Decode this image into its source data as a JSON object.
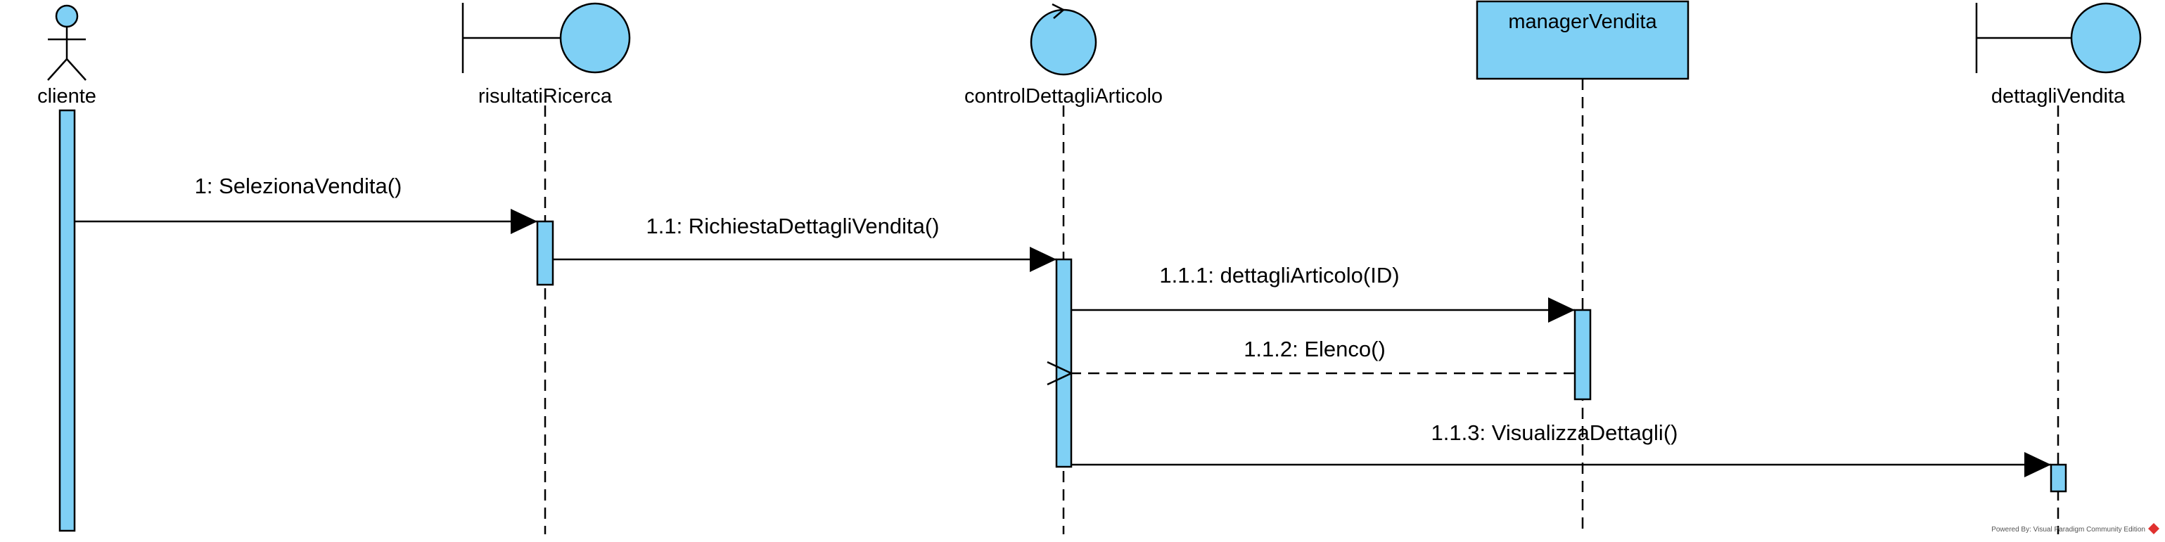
{
  "participants": [
    {
      "id": "cliente",
      "label": "cliente",
      "kind": "actor"
    },
    {
      "id": "risultatiRicerca",
      "label": "risultatiRicerca",
      "kind": "boundary"
    },
    {
      "id": "controlDettagliArticolo",
      "label": "controlDettagliArticolo",
      "kind": "control"
    },
    {
      "id": "managerVendita",
      "label": "managerVendita",
      "kind": "entity-box"
    },
    {
      "id": "dettagliVendita",
      "label": "dettagliVendita",
      "kind": "boundary"
    }
  ],
  "messages": [
    {
      "label": "1: SelezionaVendita()",
      "from": "cliente",
      "to": "risultatiRicerca",
      "type": "call"
    },
    {
      "label": "1.1: RichiestaDettagliVendita()",
      "from": "risultatiRicerca",
      "to": "controlDettagliArticolo",
      "type": "call"
    },
    {
      "label": "1.1.1: dettagliArticolo(ID)",
      "from": "controlDettagliArticolo",
      "to": "managerVendita",
      "type": "call"
    },
    {
      "label": "1.1.2: Elenco()",
      "from": "managerVendita",
      "to": "controlDettagliArticolo",
      "type": "return"
    },
    {
      "label": "1.1.3: VisualizzaDettagli()",
      "from": "controlDettagliArticolo",
      "to": "dettagliVendita",
      "type": "call"
    }
  ],
  "footer": "Powered By: Visual Paradigm Community Edition",
  "colors": {
    "fill": "#7fd0f5",
    "stroke": "#000000",
    "footer_logo": "#e0312f"
  }
}
